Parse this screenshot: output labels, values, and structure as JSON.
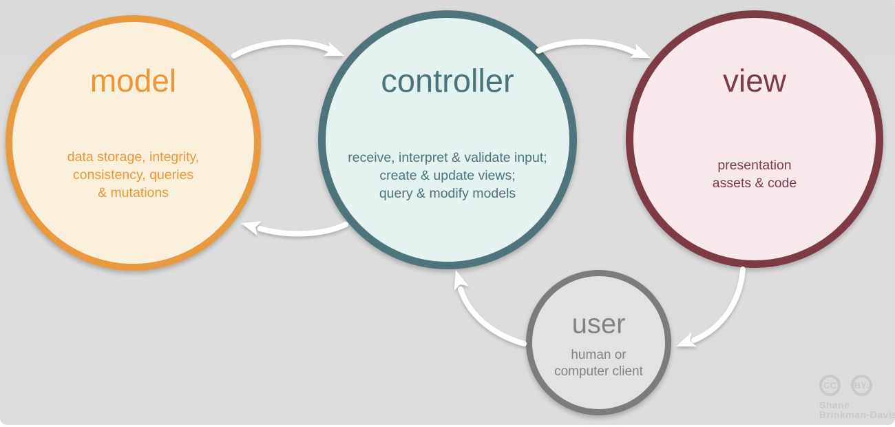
{
  "diagram": {
    "type": "flow-diagram",
    "subject": "model-view-controller architecture",
    "background_color": "#DBDBDB",
    "arrow_color": "#FFFFFF",
    "nodes": [
      {
        "id": "model",
        "label": "model",
        "description_lines": [
          "data storage, integrity,",
          "consistency, queries",
          "& mutations"
        ],
        "border_color": "#E9993F",
        "fill_color": "#FBF0DB",
        "text_color": "#ED9637"
      },
      {
        "id": "controller",
        "label": "controller",
        "description_lines": [
          "receive, interpret & validate input;",
          "create & update views;",
          "query & modify models"
        ],
        "border_color": "#4E757B",
        "fill_color": "#E4F2F0",
        "text_color": "#4D737A"
      },
      {
        "id": "view",
        "label": "view",
        "description_lines": [
          "presentation",
          "assets & code"
        ],
        "border_color": "#7E3B46",
        "fill_color": "#FAE9EC",
        "text_color": "#7D3B46"
      },
      {
        "id": "user",
        "label": "user",
        "description_lines": [
          "human or",
          "computer client"
        ],
        "border_color": "#7C7C7C",
        "fill_color": "#E2E2E2",
        "text_color": "#828282"
      }
    ],
    "edges": [
      {
        "from": "model",
        "to": "controller"
      },
      {
        "from": "controller",
        "to": "view"
      },
      {
        "from": "controller",
        "to": "model"
      },
      {
        "from": "view",
        "to": "user"
      },
      {
        "from": "user",
        "to": "controller"
      }
    ],
    "attribution": {
      "cc_label": "CC",
      "by_label": "BY:",
      "author_line1": "Shane",
      "author_line2": "Brinkman-Davis",
      "color": "#C9C9C9"
    }
  }
}
